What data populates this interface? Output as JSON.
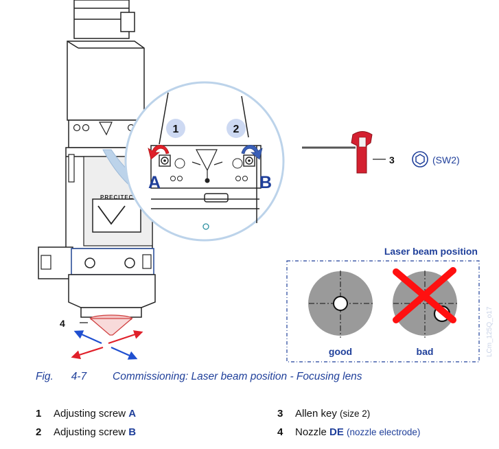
{
  "labels": {
    "screw_a": "A",
    "screw_b": "B",
    "step_1": "1",
    "step_2": "2",
    "item_3": "3",
    "item_4": "4",
    "wrench_size": "(SW2)",
    "brand": "PRECITEC"
  },
  "panel": {
    "title": "Laser beam position",
    "good": "good",
    "bad": "bad",
    "doc_code": "LCm_125Q_o17"
  },
  "caption": {
    "fig": "Fig.",
    "number": "4-7",
    "text": "Commissioning: Laser beam position - Focusing lens"
  },
  "legend": [
    {
      "num": "1",
      "label": "Adjusting screw",
      "code": "A",
      "paren": ""
    },
    {
      "num": "2",
      "label": "Adjusting screw",
      "code": "B",
      "paren": ""
    },
    {
      "num": "3",
      "label": "Allen key",
      "code": "",
      "paren": "(size 2)"
    },
    {
      "num": "4",
      "label": "Nozzle",
      "code": "DE",
      "paren": "(nozzle electrode)"
    }
  ],
  "colors": {
    "accent_blue": "#1f3f9a",
    "arrow_red": "#e0202a",
    "cross_red": "#ff1010",
    "circle_grey": "#9a9a9a",
    "zoom_ring": "#bcd3ea",
    "handle_red": "#d42030"
  }
}
